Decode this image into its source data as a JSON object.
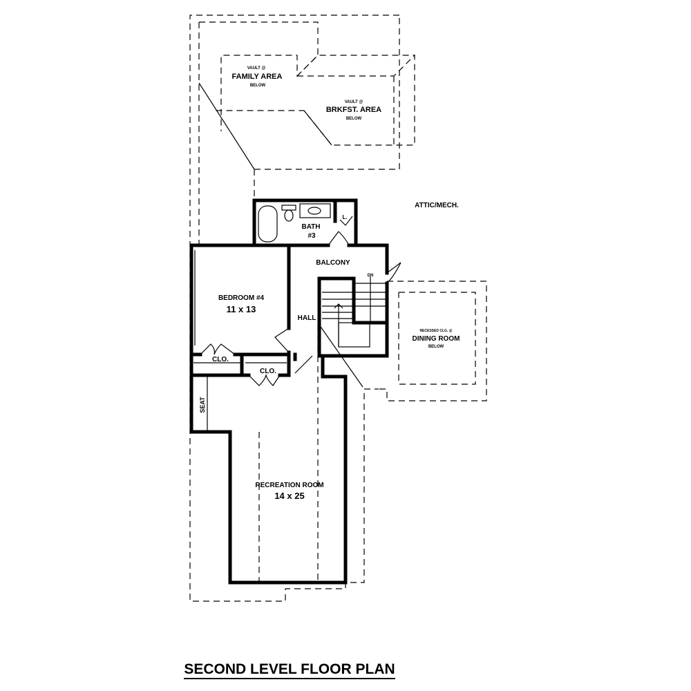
{
  "title": "SECOND LEVEL FLOOR PLAN",
  "rooms": {
    "family_area": {
      "note_top": "VAULT @",
      "name": "FAMILY AREA",
      "note_bottom": "BELOW"
    },
    "brkfst_area": {
      "note_top": "VAULT @",
      "name": "BRKFST. AREA",
      "note_bottom": "BELOW"
    },
    "attic": {
      "name": "ATTIC/MECH."
    },
    "bath": {
      "name": "BATH",
      "number": "#3",
      "linen": "L."
    },
    "balcony": {
      "name": "BALCONY",
      "stair_dn": "DN"
    },
    "bedroom": {
      "name": "BEDROOM #4",
      "size": "11 x 13"
    },
    "hall": {
      "name": "HALL"
    },
    "closet1": {
      "name": "CLO."
    },
    "closet2": {
      "name": "CLO."
    },
    "seat": {
      "name": "SEAT"
    },
    "dining": {
      "note_top": "RECESSED CLG. @",
      "name": "DINING ROOM",
      "note_bottom": "BELOW"
    },
    "recreation": {
      "name": "RECREATION ROOM",
      "size": "14 x 25"
    }
  }
}
